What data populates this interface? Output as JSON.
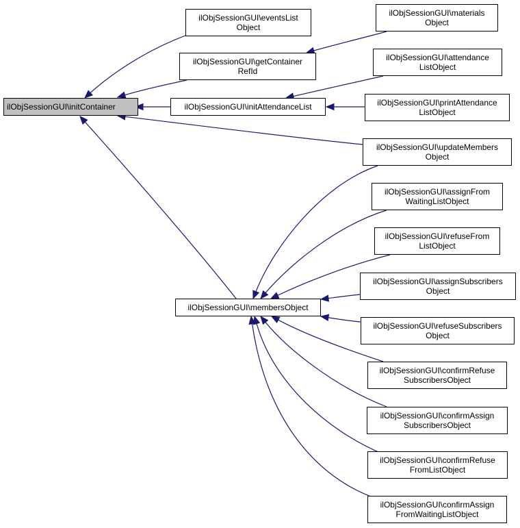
{
  "colors": {
    "edge": "#191970",
    "node_border": "#000000",
    "root_fill": "#bfbfbf"
  },
  "nodes": {
    "init_container": "ilObjSessionGUI\\initContainer",
    "events_list_object": "ilObjSessionGUI\\eventsList\nObject",
    "get_container_ref_id": "ilObjSessionGUI\\getContainer\nRefId",
    "init_attendance_list": "ilObjSessionGUI\\initAttendanceList",
    "members_object": "ilObjSessionGUI\\membersObject",
    "materials_object": "ilObjSessionGUI\\materials\nObject",
    "attendance_list_object": "ilObjSessionGUI\\attendance\nListObject",
    "print_attendance_list_object": "ilObjSessionGUI\\printAttendance\nListObject",
    "update_members_object": "ilObjSessionGUI\\updateMembers\nObject",
    "assign_from_waiting_list_object": "ilObjSessionGUI\\assignFrom\nWaitingListObject",
    "refuse_from_list_object": "ilObjSessionGUI\\refuseFrom\nListObject",
    "assign_subscribers_object": "ilObjSessionGUI\\assignSubscribers\nObject",
    "refuse_subscribers_object": "ilObjSessionGUI\\refuseSubscribers\nObject",
    "confirm_refuse_subscribers_object": "ilObjSessionGUI\\confirmRefuse\nSubscribersObject",
    "confirm_assign_subscribers_object": "ilObjSessionGUI\\confirmAssign\nSubscribersObject",
    "confirm_refuse_from_list_object": "ilObjSessionGUI\\confirmRefuse\nFromListObject",
    "confirm_assign_from_waiting_list_object": "ilObjSessionGUI\\confirmAssign\nFromWaitingListObject"
  },
  "edges": [
    [
      "events_list_object",
      "init_container"
    ],
    [
      "get_container_ref_id",
      "init_container"
    ],
    [
      "init_attendance_list",
      "init_container"
    ],
    [
      "update_members_object",
      "init_container"
    ],
    [
      "members_object",
      "init_container"
    ],
    [
      "materials_object",
      "get_container_ref_id"
    ],
    [
      "attendance_list_object",
      "init_attendance_list"
    ],
    [
      "print_attendance_list_object",
      "init_attendance_list"
    ],
    [
      "update_members_object",
      "members_object"
    ],
    [
      "assign_from_waiting_list_object",
      "members_object"
    ],
    [
      "refuse_from_list_object",
      "members_object"
    ],
    [
      "assign_subscribers_object",
      "members_object"
    ],
    [
      "refuse_subscribers_object",
      "members_object"
    ],
    [
      "confirm_refuse_subscribers_object",
      "members_object"
    ],
    [
      "confirm_assign_subscribers_object",
      "members_object"
    ],
    [
      "confirm_refuse_from_list_object",
      "members_object"
    ],
    [
      "confirm_assign_from_waiting_list_object",
      "members_object"
    ]
  ]
}
